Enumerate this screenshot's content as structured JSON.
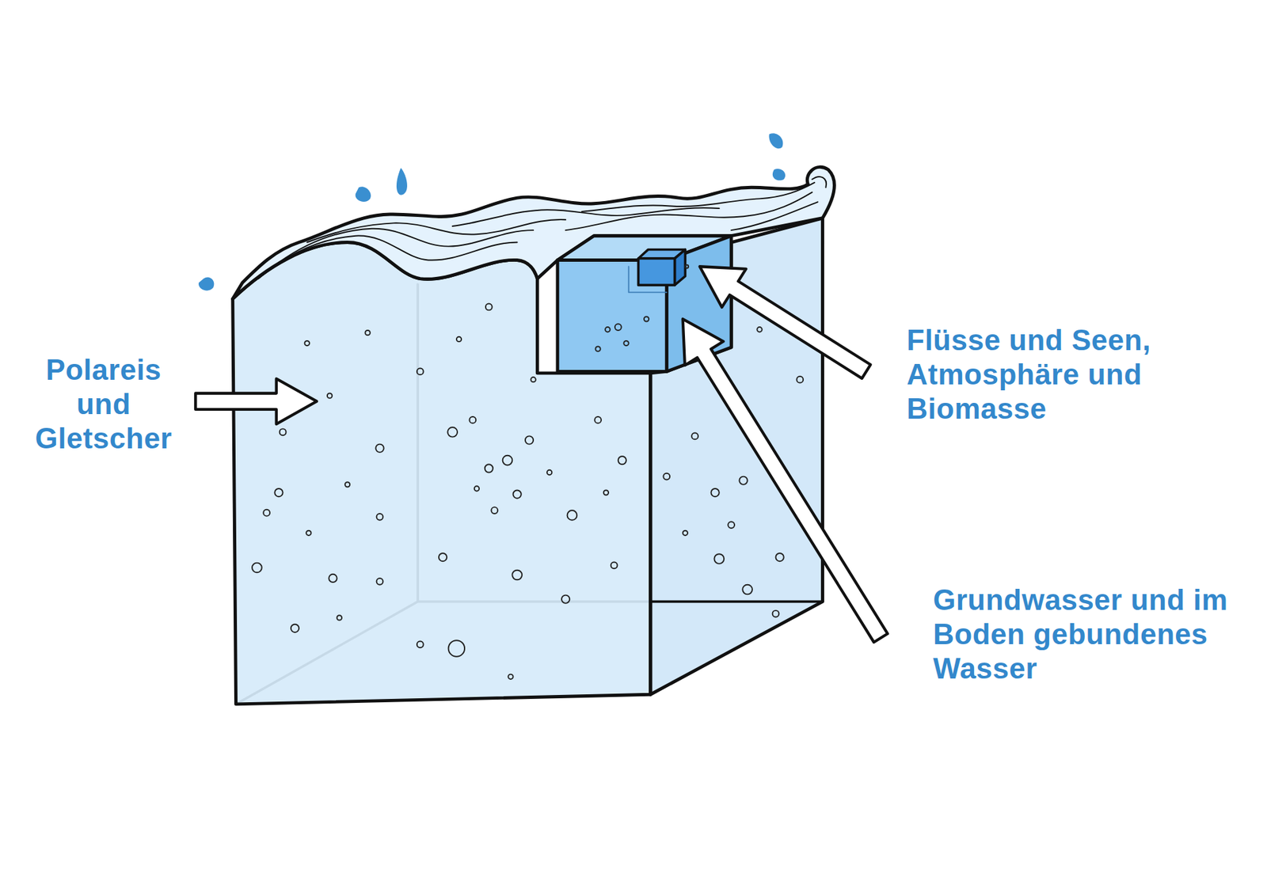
{
  "diagram": {
    "labels": [
      "Polareis und Gletscher",
      "Flüsse und Seen, Atmosphäre und Biomasse",
      "Grundwasser und im Boden gebundenes Wasser"
    ]
  }
}
